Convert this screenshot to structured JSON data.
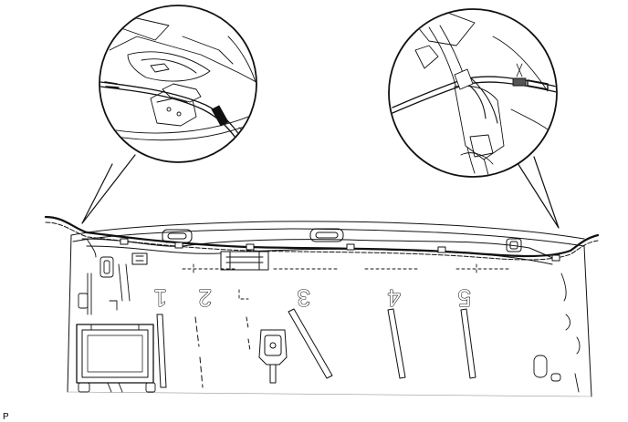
{
  "figure": {
    "position_numbers": [
      "1",
      "2",
      "3",
      "4",
      "5"
    ],
    "corner_code": "P"
  }
}
